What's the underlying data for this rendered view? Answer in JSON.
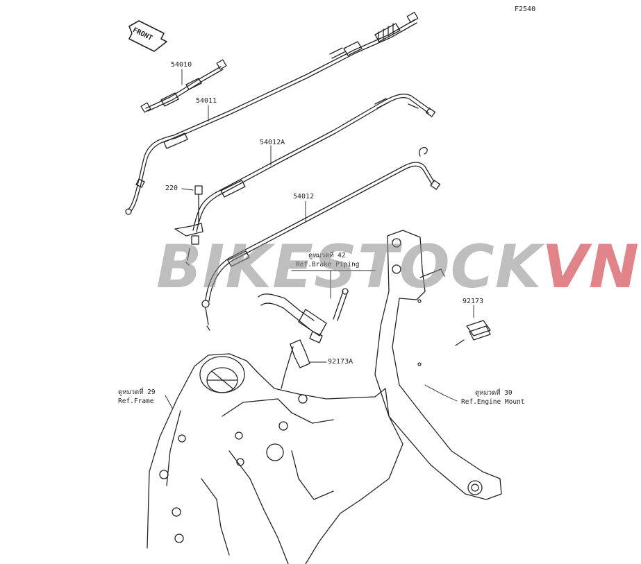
{
  "figure_code": "F2540",
  "front_arrow_text": "FRONT",
  "part_labels": {
    "p54010": "54010",
    "p54011": "54011",
    "p54012A": "54012A",
    "p54012": "54012",
    "p220": "220",
    "p92173": "92173",
    "p92173A": "92173A"
  },
  "references": {
    "brake_piping": {
      "line1": "ดูหมวดที่ 42",
      "line2": "Ref.Brake Piping"
    },
    "frame": {
      "line1": "ดูหมวดที่ 29",
      "line2": "Ref.Frame"
    },
    "engine_mount": {
      "line1": "ดูหมวดที่ 30",
      "line2": "Ref.Engine Mount"
    }
  },
  "watermark": {
    "part1": "BIKESTOCK",
    "part2": "VN",
    "color1": "#8a8a8a",
    "color2": "#c8202a"
  }
}
